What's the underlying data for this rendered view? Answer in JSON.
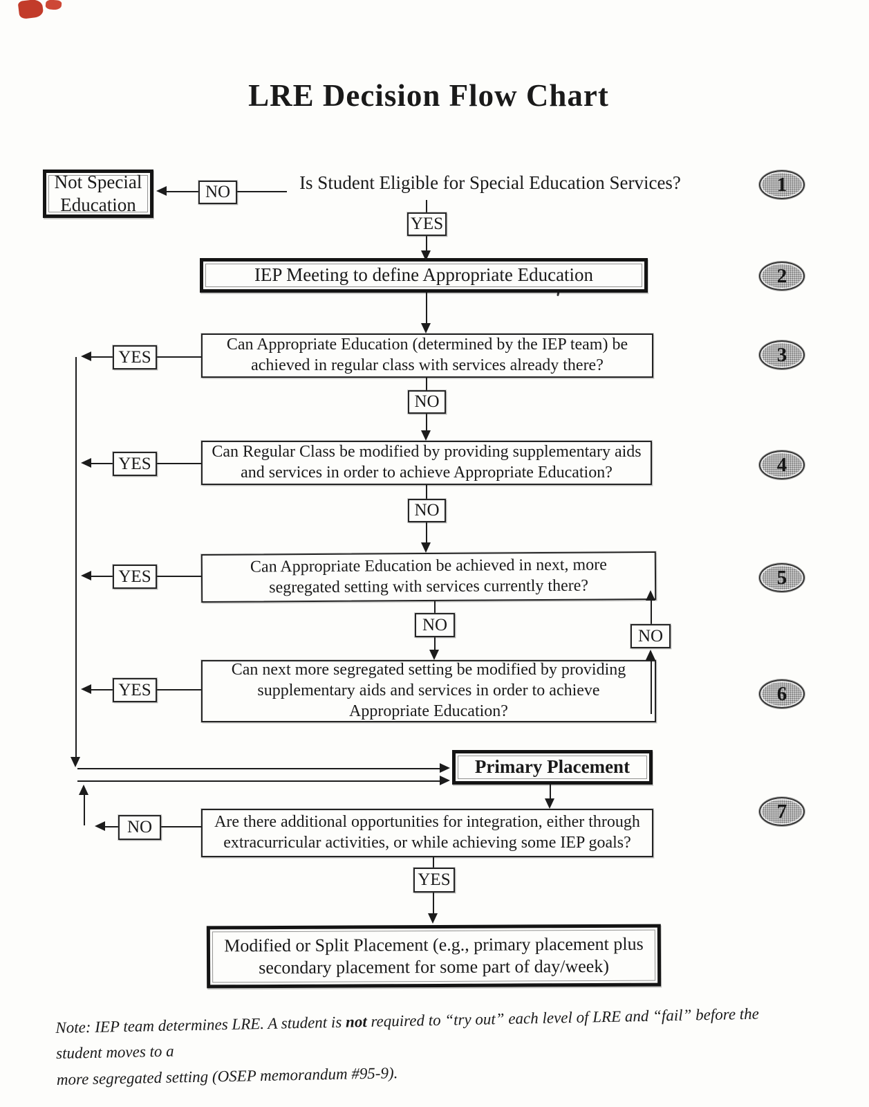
{
  "colors": {
    "ink": "#1a1a1a",
    "paper": "#fdfdfb",
    "step_circle_fill": "#c9c9c9",
    "corner_mark_red": "#c23b2a"
  },
  "title": "LRE Decision Flow Chart",
  "labels": {
    "yes": "YES",
    "no": "NO"
  },
  "steps": [
    "1",
    "2",
    "3",
    "4",
    "5",
    "6",
    "7"
  ],
  "nodes": {
    "not_special_education": {
      "line1": "Not Special",
      "line2": "Education"
    },
    "eligibility_question": "Is Student Eligible for Special Education Services?",
    "iep_meeting": "IEP Meeting to define Appropriate Education",
    "q_regular_class_services": {
      "line1": "Can Appropriate Education (determined by the IEP team) be",
      "line2": "achieved in regular class with services already there?"
    },
    "q_regular_class_modified": {
      "line1": "Can Regular Class be modified by providing supplementary aids",
      "line2": "and services in order to achieve Appropriate Education?"
    },
    "q_next_setting_services": {
      "line1": "Can Appropriate Education be achieved in next, more",
      "line2": "segregated setting with services currently there?"
    },
    "q_next_setting_modified": {
      "line1": "Can next more segregated setting be modified by providing",
      "line2": "supplementary aids and services in order to achieve",
      "line3": "Appropriate Education?"
    },
    "primary_placement": "Primary Placement",
    "q_additional_integration": {
      "line1": "Are there additional opportunities for integration, either through",
      "line2": "extracurricular activities, or while achieving some IEP goals?"
    },
    "modified_split_placement": {
      "line1": "Modified or Split Placement (e.g., primary placement plus",
      "line2": "secondary placement for some part of day/week)"
    }
  },
  "note": {
    "lead": "Note: IEP team determines LRE. A student is ",
    "emphasis": "not",
    "tail": " required to “try out” each level of LRE and “fail” before the student moves to a",
    "line2": "more segregated setting (OSEP memorandum #95-9)."
  }
}
